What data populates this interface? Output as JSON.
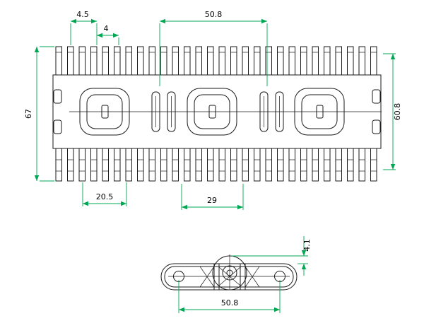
{
  "dimensions": {
    "top_left_outer": "4.5",
    "top_left_inner": "4",
    "top_center": "50.8",
    "left_vertical": "67",
    "right_vertical": "60.8",
    "bottom_left": "20.5",
    "bottom_center": "29",
    "side_height": "4.1",
    "side_width": "50.8"
  },
  "colors": {
    "line": "#1a1a1a",
    "dimension": "#00a651",
    "background": "#ffffff"
  }
}
